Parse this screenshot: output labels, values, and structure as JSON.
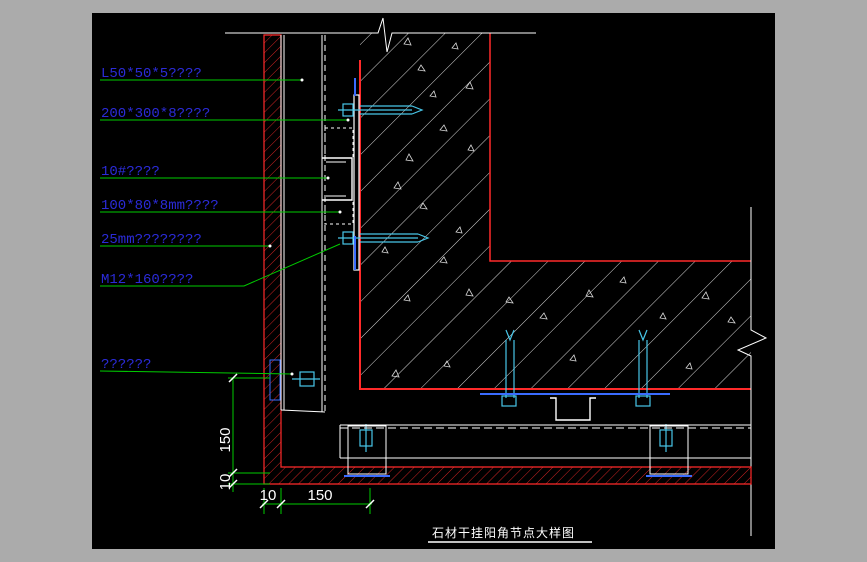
{
  "colors": {
    "frame_bg": "#ababab",
    "viewport_bg": "#000000",
    "wall_edge": "#ff2a2a",
    "leader": "#00cc00",
    "callout_text": "#2b2bd8",
    "steel": "#ffffff",
    "anchor": "#48c6e8"
  },
  "callouts": [
    {
      "id": "angle-steel",
      "text": "L50*50*5????"
    },
    {
      "id": "plate",
      "text": "200*300*8????"
    },
    {
      "id": "channel",
      "text": "10#????"
    },
    {
      "id": "plate2",
      "text": "100*80*8mm????"
    },
    {
      "id": "stone",
      "text": "25mm????????"
    },
    {
      "id": "bolt",
      "text": "M12*160????"
    },
    {
      "id": "bracket",
      "text": "??????"
    }
  ],
  "dimensions": {
    "vertical_150": "150",
    "vertical_10": "10",
    "horizontal_10": "10",
    "horizontal_150": "150"
  },
  "title": "石材干挂阳角节点大样图"
}
